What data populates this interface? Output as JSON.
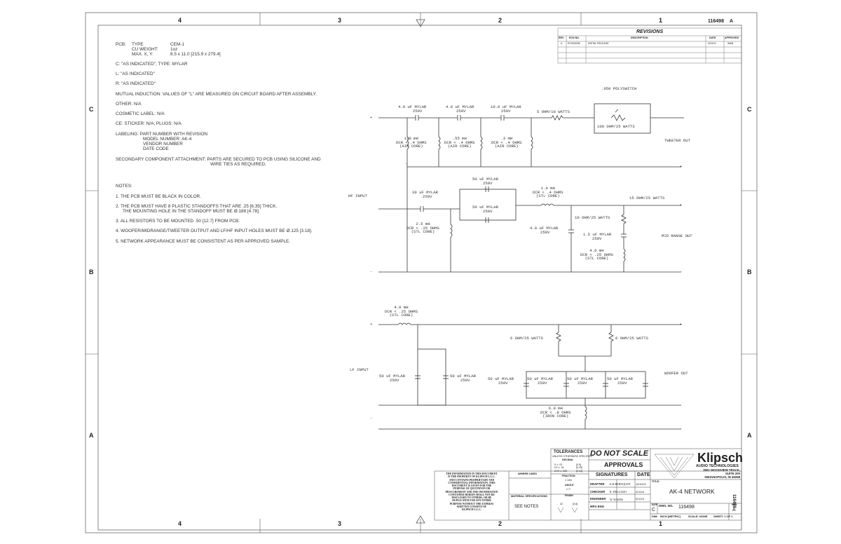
{
  "border": {
    "zones_top": [
      "4",
      "3",
      "2",
      "1"
    ],
    "zones_bottom": [
      "4",
      "3",
      "2",
      "1"
    ],
    "zones_side": [
      "C",
      "B",
      "A"
    ],
    "corner_id": "116498",
    "corner_rev": "A"
  },
  "revisions": {
    "title": "REVISIONS",
    "headers": [
      "REV.",
      "ECN NO.",
      "DESCRIPTION",
      "DATE",
      "APPROVED"
    ],
    "row": [
      "A",
      "ECN02006",
      "INITIAL RELEASE",
      "021119",
      "WAB"
    ]
  },
  "notes": {
    "pcb_label": "PCB:",
    "pcb_keys": [
      "TYPE",
      "CU WEIGHT:",
      "MAX. X, Y:"
    ],
    "pcb_vals": [
      "CEM-1",
      "1oz",
      "8.5 x 11.0  [215.9 x 279.4]"
    ],
    "c_line": "C:  \"AS INDICATED\",  TYPE:  MYLAR",
    "l_line": "L:  \"AS INDICATED\"",
    "r_line": "R:  \"AS INDICATED\"",
    "mutual": "MUTUAL INDUCTION:  VALUES OF \"L\" ARE MEASURED ON CIRCUIT BOARD AFTER ASSEMBLY.",
    "other": "OTHER:  N/A",
    "cosmetic": "COSMETIC LABEL:  N/A",
    "ce": "CE:  STICKER:  N/A,   PLUGS:  N/A",
    "labeling": [
      "LABELING:  PART NUMBER WITH REVISION",
      "MODEL NUMBER:  AK-4",
      "VENDOR NUMBER",
      "DATE CODE"
    ],
    "secondary": [
      "SECONDARY COMPONENT ATTACHMENT:  PARTS ARE SECURED TO PCB USING SILICONE AND",
      "WIRE TIES AS REQUIRED."
    ],
    "notes_title": "NOTES:",
    "items": [
      "1.  THE PCB MUST BE BLACK IN COLOR.",
      "2.  THE PCB MUST HAVE 8 PLASTIC STANDOFFS THAT ARE .25 [6.35] THICK.",
      "THE MOUNTING HOLE IN THE STANDOFF MUST BE Ø.188 [4.78].",
      "3.  ALL RESISTORS TO BE MOUNTED .50 [12.7] FROM PCB.",
      "4.  WOOFER/MIDRANGE/TWEETER OUTPUT AND LF/HF INPUT HOLES MUST BE Ø.125 [3.18].",
      "5.  NETWORK APPEARANCE MUST BE CONSISTENT AS PER APPROVED SAMPLE."
    ]
  },
  "schematic": {
    "hf": {
      "c1": [
        "4.0 uF MYLAR",
        "250V"
      ],
      "c2": [
        "4.0 uF MYLAR",
        "250V"
      ],
      "c3": [
        "10.0 uF MYLAR",
        "250V"
      ],
      "r1": "5 OHM/10 WATTS",
      "polyswitch": ".050 POLYSWITCH",
      "r2": "100 OHM/25 WATTS",
      "l1": [
        "120 mH",
        "DCR < .4 OHMS",
        "(AIR CORE)"
      ],
      "l2": [
        ".55 mH",
        "DCR < .4 OHMS",
        "(AIR CORE)"
      ],
      "l3": [
        ".3 mH",
        "DCR < .4 OHMS",
        "(AIR CORE)"
      ],
      "out": "TWEETER OUT"
    },
    "mid": {
      "c_top": [
        "50 uF MYLAR",
        "250V"
      ],
      "c_in": [
        "30 uF MYLAR",
        "250V"
      ],
      "c_mid": [
        "50 uF MYLAR",
        "250V"
      ],
      "l_series": [
        "1.0 mH",
        "DCR < .4 OHMS",
        "(STL CORE)"
      ],
      "r_out": "15 OHM/25 WATTS",
      "l_shunt": [
        "2.5 mH",
        "DCR < .25 OHMS",
        "(STL CORE)"
      ],
      "r_shunt": "10 OHM/25 WATTS",
      "c_shunt": [
        "4.0 uF MYLAR",
        "250V"
      ],
      "c_small": [
        "1.5 uF MYLAR",
        "250V"
      ],
      "l_small": [
        "4.0 mH",
        "DCR < .25 OHMS",
        "(STL CORE)"
      ],
      "out": "MID RANGE OUT"
    },
    "hf_input": "HF INPUT",
    "lf": {
      "l_series": [
        "4.0 mH",
        "DCR < .25 OHMS",
        "(STL CORE)"
      ],
      "c1": [
        "50 uF MYLAR",
        "250V"
      ],
      "c2": [
        "50 uF MYLAR",
        "250V"
      ],
      "c3": [
        "50 uF MYLAR",
        "250V"
      ],
      "c4": [
        "50 uF MYLAR",
        "250V"
      ],
      "c5": [
        "50 uF MYLAR",
        "250V"
      ],
      "c6": [
        "50 uF MYLAR",
        "250V"
      ],
      "r1": "6 OHM/25 WATTS",
      "r2": "6 OHM/25 WATTS",
      "l_shunt": [
        "6.0 mH",
        "DCR < .8 OHMS",
        "(IRON CORE)"
      ],
      "input": "LF INPUT",
      "out": "WOOFER OUT"
    },
    "plus": "+",
    "minus": "-"
  },
  "title_block": {
    "tolerances": "TOLERANCES",
    "tol_sub": "UNLESS OTHERWISE SPECIFIED",
    "decimal": "DECIMAL",
    "dec_vals": [
      ".X ± .02",
      ".XX ± .01",
      ".XXX ± .005"
    ],
    "dec_mm": [
      "[0.5]",
      "[0.25]",
      "[0.13]"
    ],
    "fraction": "FRACTION",
    "fraction_val": "± 1/64",
    "angle": "ANGLE",
    "angle_val": "± 1°",
    "finish": "FINISH",
    "finish_vals": [
      "32",
      "[0.8]"
    ],
    "do_not_scale": "DO NOT SCALE",
    "approvals": "APPROVALS",
    "signatures": "SIGNATURES",
    "date": "DATE",
    "roles": [
      "DRAFTER",
      "CHECKER",
      "ENGINEER",
      "MFG ENG"
    ],
    "names": [
      "K.R.BERNQUIST",
      "R. DELGADO",
      "W. BAKER",
      ""
    ],
    "dates": [
      "10/10/02",
      "021119",
      "021119",
      ""
    ],
    "company": "Klipsch",
    "company_sub": "AUDIO TECHNOLOGIES",
    "address": [
      "3502 WOODVIEW TRACE,",
      "SUITE 200",
      "INDIANAPOLIS, IN 46268"
    ],
    "title_label": "TITLE:",
    "title": "AK-4 NETWORK",
    "size": "C",
    "dwg_label": "DWG. NO.",
    "dwg_no": "116498",
    "rev": "A",
    "dim": "DIM:",
    "unit": "INCH [METRIC]",
    "scale": "SCALE: NONE",
    "sheet": "SHEET: 1 OF 1",
    "where_used": "WHERE USED",
    "material": "MATERIAL SPECIFICATIONS",
    "see_notes": "SEE NOTES",
    "disclaimer": [
      "THE INFORMATION IN THIS DOCUMENT",
      "IS THE PROPERTY OF KLIPSCH L.L.C.",
      "AND CONTAINS PROPRIETARY AND",
      "CONFIDENTIAL INFORMATION. THIS",
      "DOCUMENT IS GIVEN FOR THE",
      "PURPOSE OF QUOTATION OR",
      "PROCUREMENT AND THE INFORMATION",
      "CONTAINED HEREIN SHALL NOT BE",
      "DISCLOSED TO OTHERS, OR BE",
      "DUPLICATED FOR ANY OTHER",
      "PURPOSE WITHOUT THE EXPRESS",
      "WRITTEN CONSENT OF",
      "KLIPSCH L.L.C."
    ],
    "side_number": "116498"
  }
}
